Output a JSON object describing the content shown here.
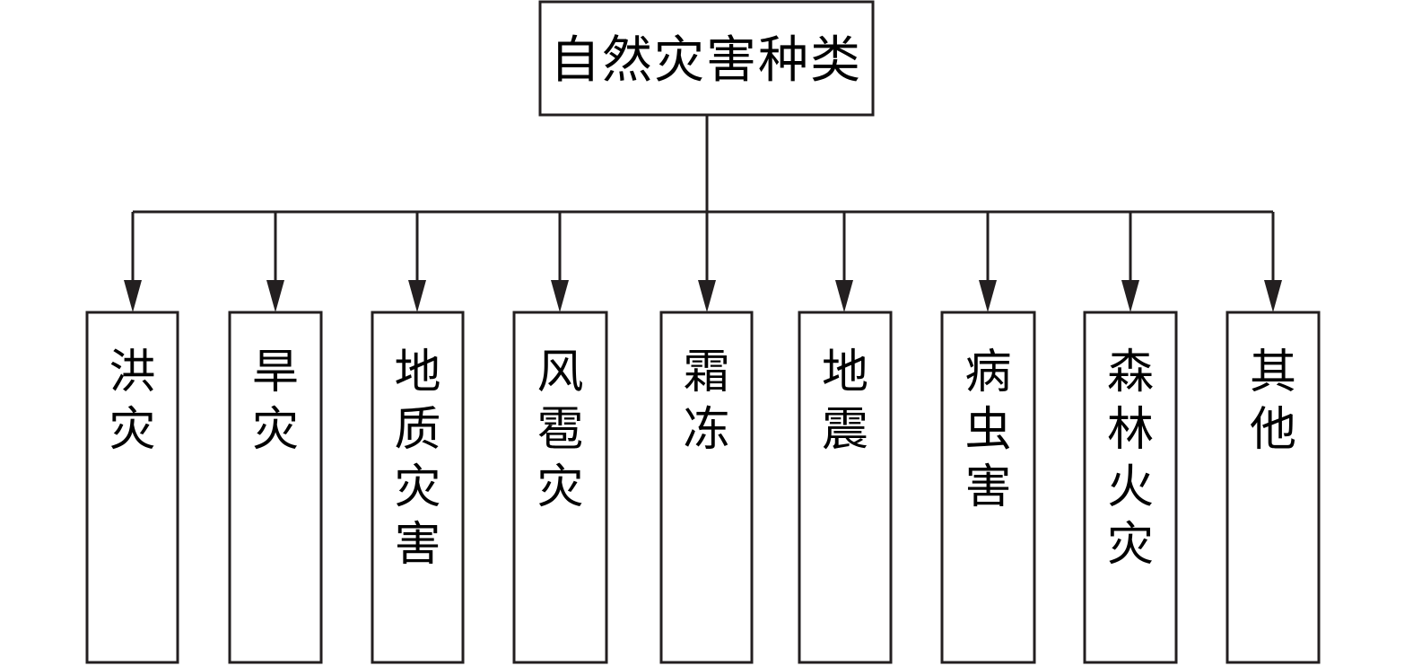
{
  "root": {
    "label": "自然灾害种类"
  },
  "children": [
    {
      "id": "flood",
      "label": "洪灾"
    },
    {
      "id": "drought",
      "label": "旱灾"
    },
    {
      "id": "geological",
      "label": "地质灾害"
    },
    {
      "id": "wind-hail",
      "label": "风雹灾"
    },
    {
      "id": "frost",
      "label": "霜冻"
    },
    {
      "id": "earthquake",
      "label": "地震"
    },
    {
      "id": "pests",
      "label": "病虫害"
    },
    {
      "id": "forest-fire",
      "label": "森林火灾"
    },
    {
      "id": "other",
      "label": "其他"
    }
  ],
  "colors": {
    "line": "#231f20",
    "box_fill": "#ffffff"
  }
}
